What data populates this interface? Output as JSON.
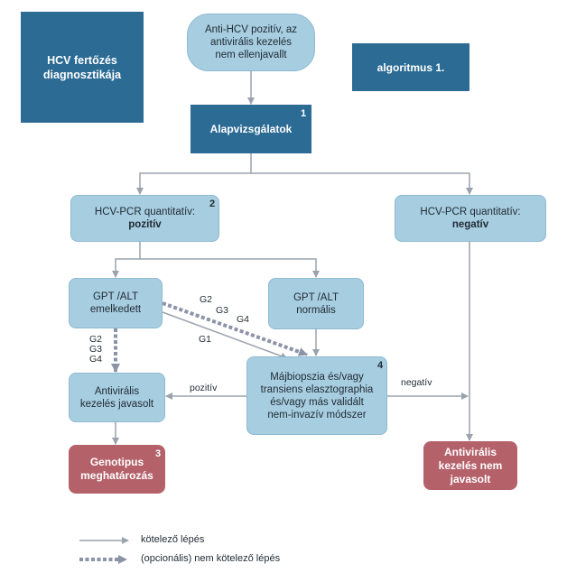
{
  "title_box": {
    "line1": "HCV fertőzés",
    "line2": "diagnosztikája"
  },
  "algo_box": {
    "text": "algoritmus 1."
  },
  "start": {
    "line1": "Anti-HCV pozitív, az",
    "line2": "antivirális kezelés",
    "line3": "nem ellenjavallt"
  },
  "basic": {
    "text": "Alapvizsgálatok",
    "num": "1"
  },
  "pcr_pos": {
    "line1": "HCV-PCR quantitatív:",
    "line2": "pozitív",
    "num": "2"
  },
  "pcr_neg": {
    "line1": "HCV-PCR quantitatív:",
    "line2": "negatív"
  },
  "gpt_high": {
    "line1": "GPT /ALT",
    "line2": "emelkedett"
  },
  "gpt_norm": {
    "line1": "GPT /ALT",
    "line2": "normális"
  },
  "biopsy": {
    "line1": "Májbiopszia és/vagy",
    "line2": "transiens elasztographia",
    "line3": "és/vagy más validált",
    "line4": "nem-invazív módszer",
    "num": "4"
  },
  "treat_yes": {
    "line1": "Antivirális",
    "line2": "kezelés javasolt"
  },
  "treat_no": {
    "line1": "Antivirális",
    "line2": "kezelés nem",
    "line3": "javasolt"
  },
  "genotype": {
    "line1": "Genotipus",
    "line2": "meghatározás",
    "num": "3"
  },
  "labels": {
    "g2_top": "G2",
    "g3_top": "G3",
    "g4_top": "G4",
    "g1": "G1",
    "g2_left": "G2",
    "g3_left": "G3",
    "g4_left": "G4",
    "pozitiv": "pozitív",
    "negativ": "negatív"
  },
  "legend": {
    "solid": "kötelező lépés",
    "dashed": "(opcionális) nem kötelező lépés"
  },
  "colors": {
    "dark_blue": "#2b6b94",
    "light_blue": "#a7cde0",
    "red": "#b4616a",
    "arrow": "#9aa3ad",
    "dashed_arrow": "#8c93a7"
  }
}
